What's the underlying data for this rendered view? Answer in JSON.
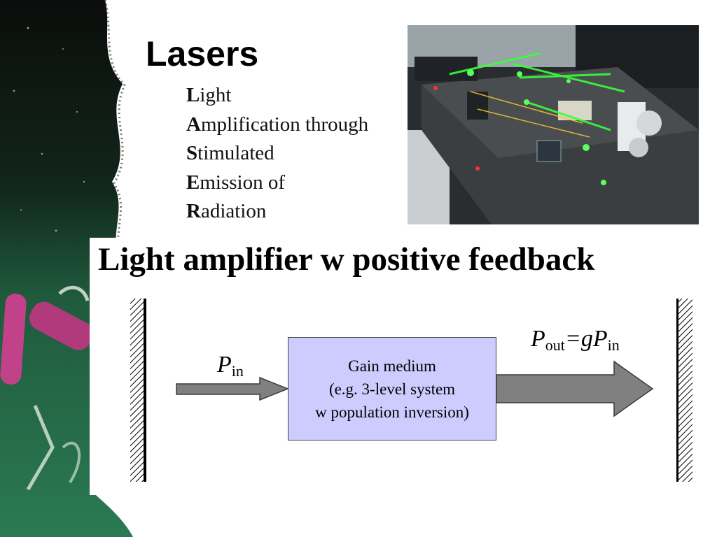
{
  "title": "Lasers",
  "acronym": [
    {
      "initial": "L",
      "rest": "ight"
    },
    {
      "initial": "A",
      "rest": "mplification through"
    },
    {
      "initial": "S",
      "rest": "timulated"
    },
    {
      "initial": "E",
      "rest": "mission of"
    },
    {
      "initial": "R",
      "rest": "adiation"
    }
  ],
  "subtitle": "Light amplifier w positive feedback",
  "diagram": {
    "input": {
      "symbol": "P",
      "subscript": "in"
    },
    "output": {
      "symbol": "P",
      "subscript": "out",
      "equals": "=gP",
      "rhs_subscript": "in"
    },
    "gain_box": [
      "Gain medium",
      "(e.g. 3-level system",
      "w population inversion)"
    ]
  },
  "colors": {
    "gain_box_fill": "#ccccff",
    "arrow_fill": "#808080",
    "laser_green": "#39ff3a"
  },
  "icons": {
    "photo": "laser-lab-photo",
    "mirrors": "mirror-icon"
  }
}
